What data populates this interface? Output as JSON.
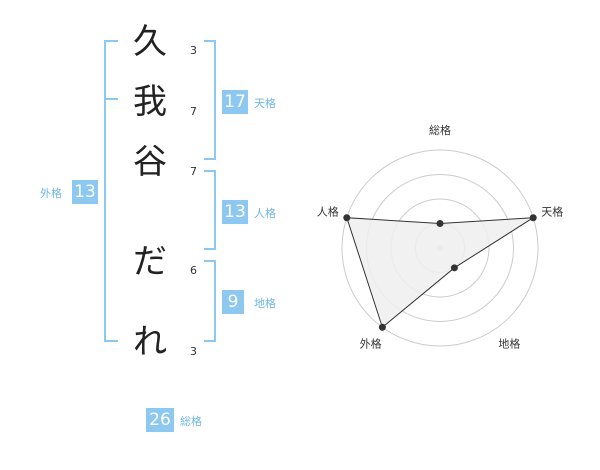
{
  "name": {
    "characters": [
      {
        "char": "久",
        "strokes": "3"
      },
      {
        "char": "我",
        "strokes": "7"
      },
      {
        "char": "谷",
        "strokes": "7"
      },
      {
        "char": "だ",
        "strokes": "6"
      },
      {
        "char": "れ",
        "strokes": "3"
      }
    ]
  },
  "fortune": {
    "tenkaku": {
      "value": "17",
      "label": "天格"
    },
    "jinkaku": {
      "value": "13",
      "label": "人格"
    },
    "chikaku": {
      "value": "9",
      "label": "地格"
    },
    "gaikaku": {
      "value": "13",
      "label": "外格"
    },
    "soukaku": {
      "value": "26",
      "label": "総格"
    }
  },
  "chart_data": {
    "type": "radar",
    "axes": [
      "総格",
      "天格",
      "地格",
      "外格",
      "人格"
    ],
    "values": [
      1,
      4,
      1,
      4,
      4
    ],
    "max": 4,
    "grid_levels": 4,
    "fill_color": "#eeeeee",
    "line_color": "#333333"
  },
  "colors": {
    "accent": "#8cc8f0",
    "label": "#6fb7e6"
  }
}
